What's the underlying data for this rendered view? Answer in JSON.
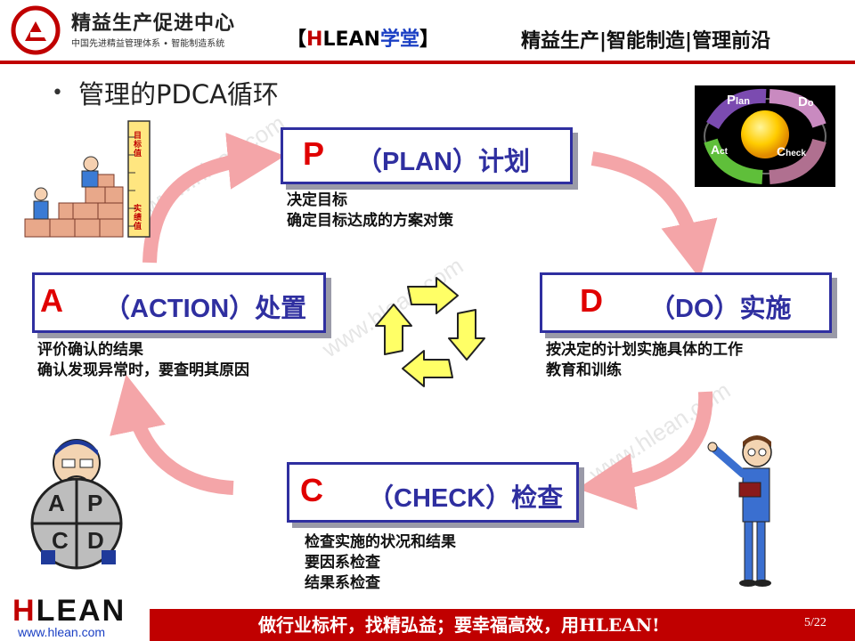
{
  "header": {
    "org_title": "精益生产促进中心",
    "org_subtitle": "中国先进精益管理体系 • 智能制造系统",
    "brand_bracket_left": "【",
    "brand_h": "H",
    "brand_lean": "LEAN",
    "brand_cn": "学堂",
    "brand_bracket_right": "】",
    "tagline": "精益生产|智能制造|管理前沿"
  },
  "slide": {
    "bullet": "•",
    "title": "管理的PDCA循环"
  },
  "pdca": {
    "plan": {
      "letter": "P",
      "label": "（PLAN）计划",
      "lines": [
        "决定目标",
        "确定目标达成的方案对策"
      ]
    },
    "do": {
      "letter": "D",
      "label": "（DO）实施",
      "lines": [
        "按决定的计划实施具体的工作",
        "教育和训练"
      ]
    },
    "check": {
      "letter": "C",
      "label": "（CHECK）检查",
      "lines": [
        "检查实施的状况和结果",
        "要因系检查",
        "结果系检查"
      ]
    },
    "action": {
      "letter": "A",
      "label": "（ACTION）处置",
      "lines": [
        "评价确认的结果",
        "确认发现异常时，要查明其原因"
      ]
    }
  },
  "cycle_image": {
    "plan_letter": "P",
    "plan_rest": "lan",
    "do_letter": "D",
    "do_rest": "o",
    "check_letter": "C",
    "check_rest": "heck",
    "act_letter": "A",
    "act_rest": "ct"
  },
  "wheel_letters": [
    "A",
    "P",
    "C",
    "D"
  ],
  "staircase_labels": {
    "top": "目标值",
    "bottom": "实绩值"
  },
  "watermark": "www.hlean.com",
  "footer": {
    "logo_h": "H",
    "logo_rest": "LEAN",
    "url": "www.hlean.com",
    "slogan": "做行业标杆，找精弘益；要幸福高效，用HLEAN!",
    "page": "5/22"
  },
  "colors": {
    "accent_red": "#c00000",
    "box_border": "#2f2fa0",
    "arrow_pink": "#f4a5a8",
    "cycle_yellow": "#ffff66"
  }
}
